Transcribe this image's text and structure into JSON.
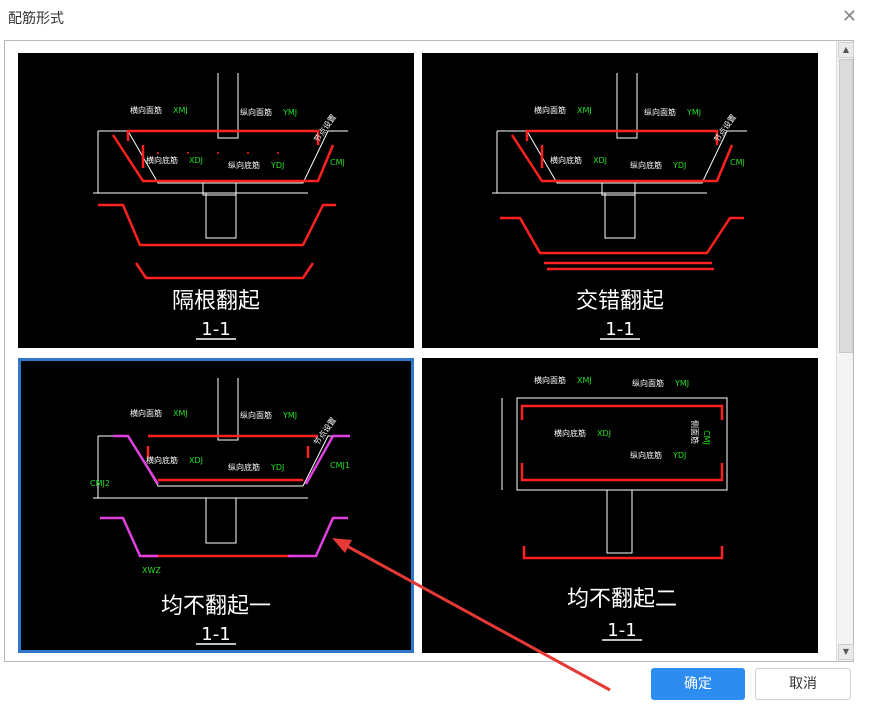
{
  "dialog": {
    "title": "配筋形式"
  },
  "options": [
    {
      "label": "隔根翻起",
      "section": "1-1",
      "annot": {
        "top_h": "横向面筋",
        "top_h_code": "XMJ",
        "top_l": "纵向面筋",
        "top_l_code": "YMJ",
        "bot_h": "横向底筋",
        "bot_h_code": "XDJ",
        "bot_l": "纵向底筋",
        "bot_l_code": "YDJ",
        "side": "节点设置",
        "cmj": "CMJ"
      }
    },
    {
      "label": "交错翻起",
      "section": "1-1",
      "annot": {
        "top_h": "横向面筋",
        "top_h_code": "XMJ",
        "top_l": "纵向面筋",
        "top_l_code": "YMJ",
        "bot_h": "横向底筋",
        "bot_h_code": "XDJ",
        "bot_l": "纵向底筋",
        "bot_l_code": "YDJ",
        "side": "节点设置",
        "cmj": "CMJ"
      }
    },
    {
      "label": "均不翻起一",
      "section": "1-1",
      "annot": {
        "top_h": "横向面筋",
        "top_h_code": "XMJ",
        "top_l": "纵向面筋",
        "top_l_code": "YMJ",
        "bot_h": "横向底筋",
        "bot_h_code": "XDJ",
        "bot_l": "纵向底筋",
        "bot_l_code": "YDJ",
        "side": "节点设置",
        "cmj": "CMJ1",
        "cmj2": "CMJ2",
        "xwz": "XWZ"
      }
    },
    {
      "label": "均不翻起二",
      "section": "1-1",
      "annot": {
        "top_h": "横向面筋",
        "top_h_code": "XMJ",
        "top_l": "纵向面筋",
        "top_l_code": "YMJ",
        "bot_h": "横向底筋",
        "bot_h_code": "XDJ",
        "bot_l": "纵向底筋",
        "bot_l_code": "YDJ",
        "side": "侧面筋",
        "cmj": "CMJ"
      }
    }
  ],
  "selected_index": 2,
  "buttons": {
    "ok": "确定",
    "cancel": "取消"
  },
  "colors": {
    "accent": "#2d8cf0",
    "selection": "#2f78c8",
    "rebar_red": "#ff2020",
    "rebar_magenta": "#e040e0",
    "annot_green": "#22dd22"
  }
}
